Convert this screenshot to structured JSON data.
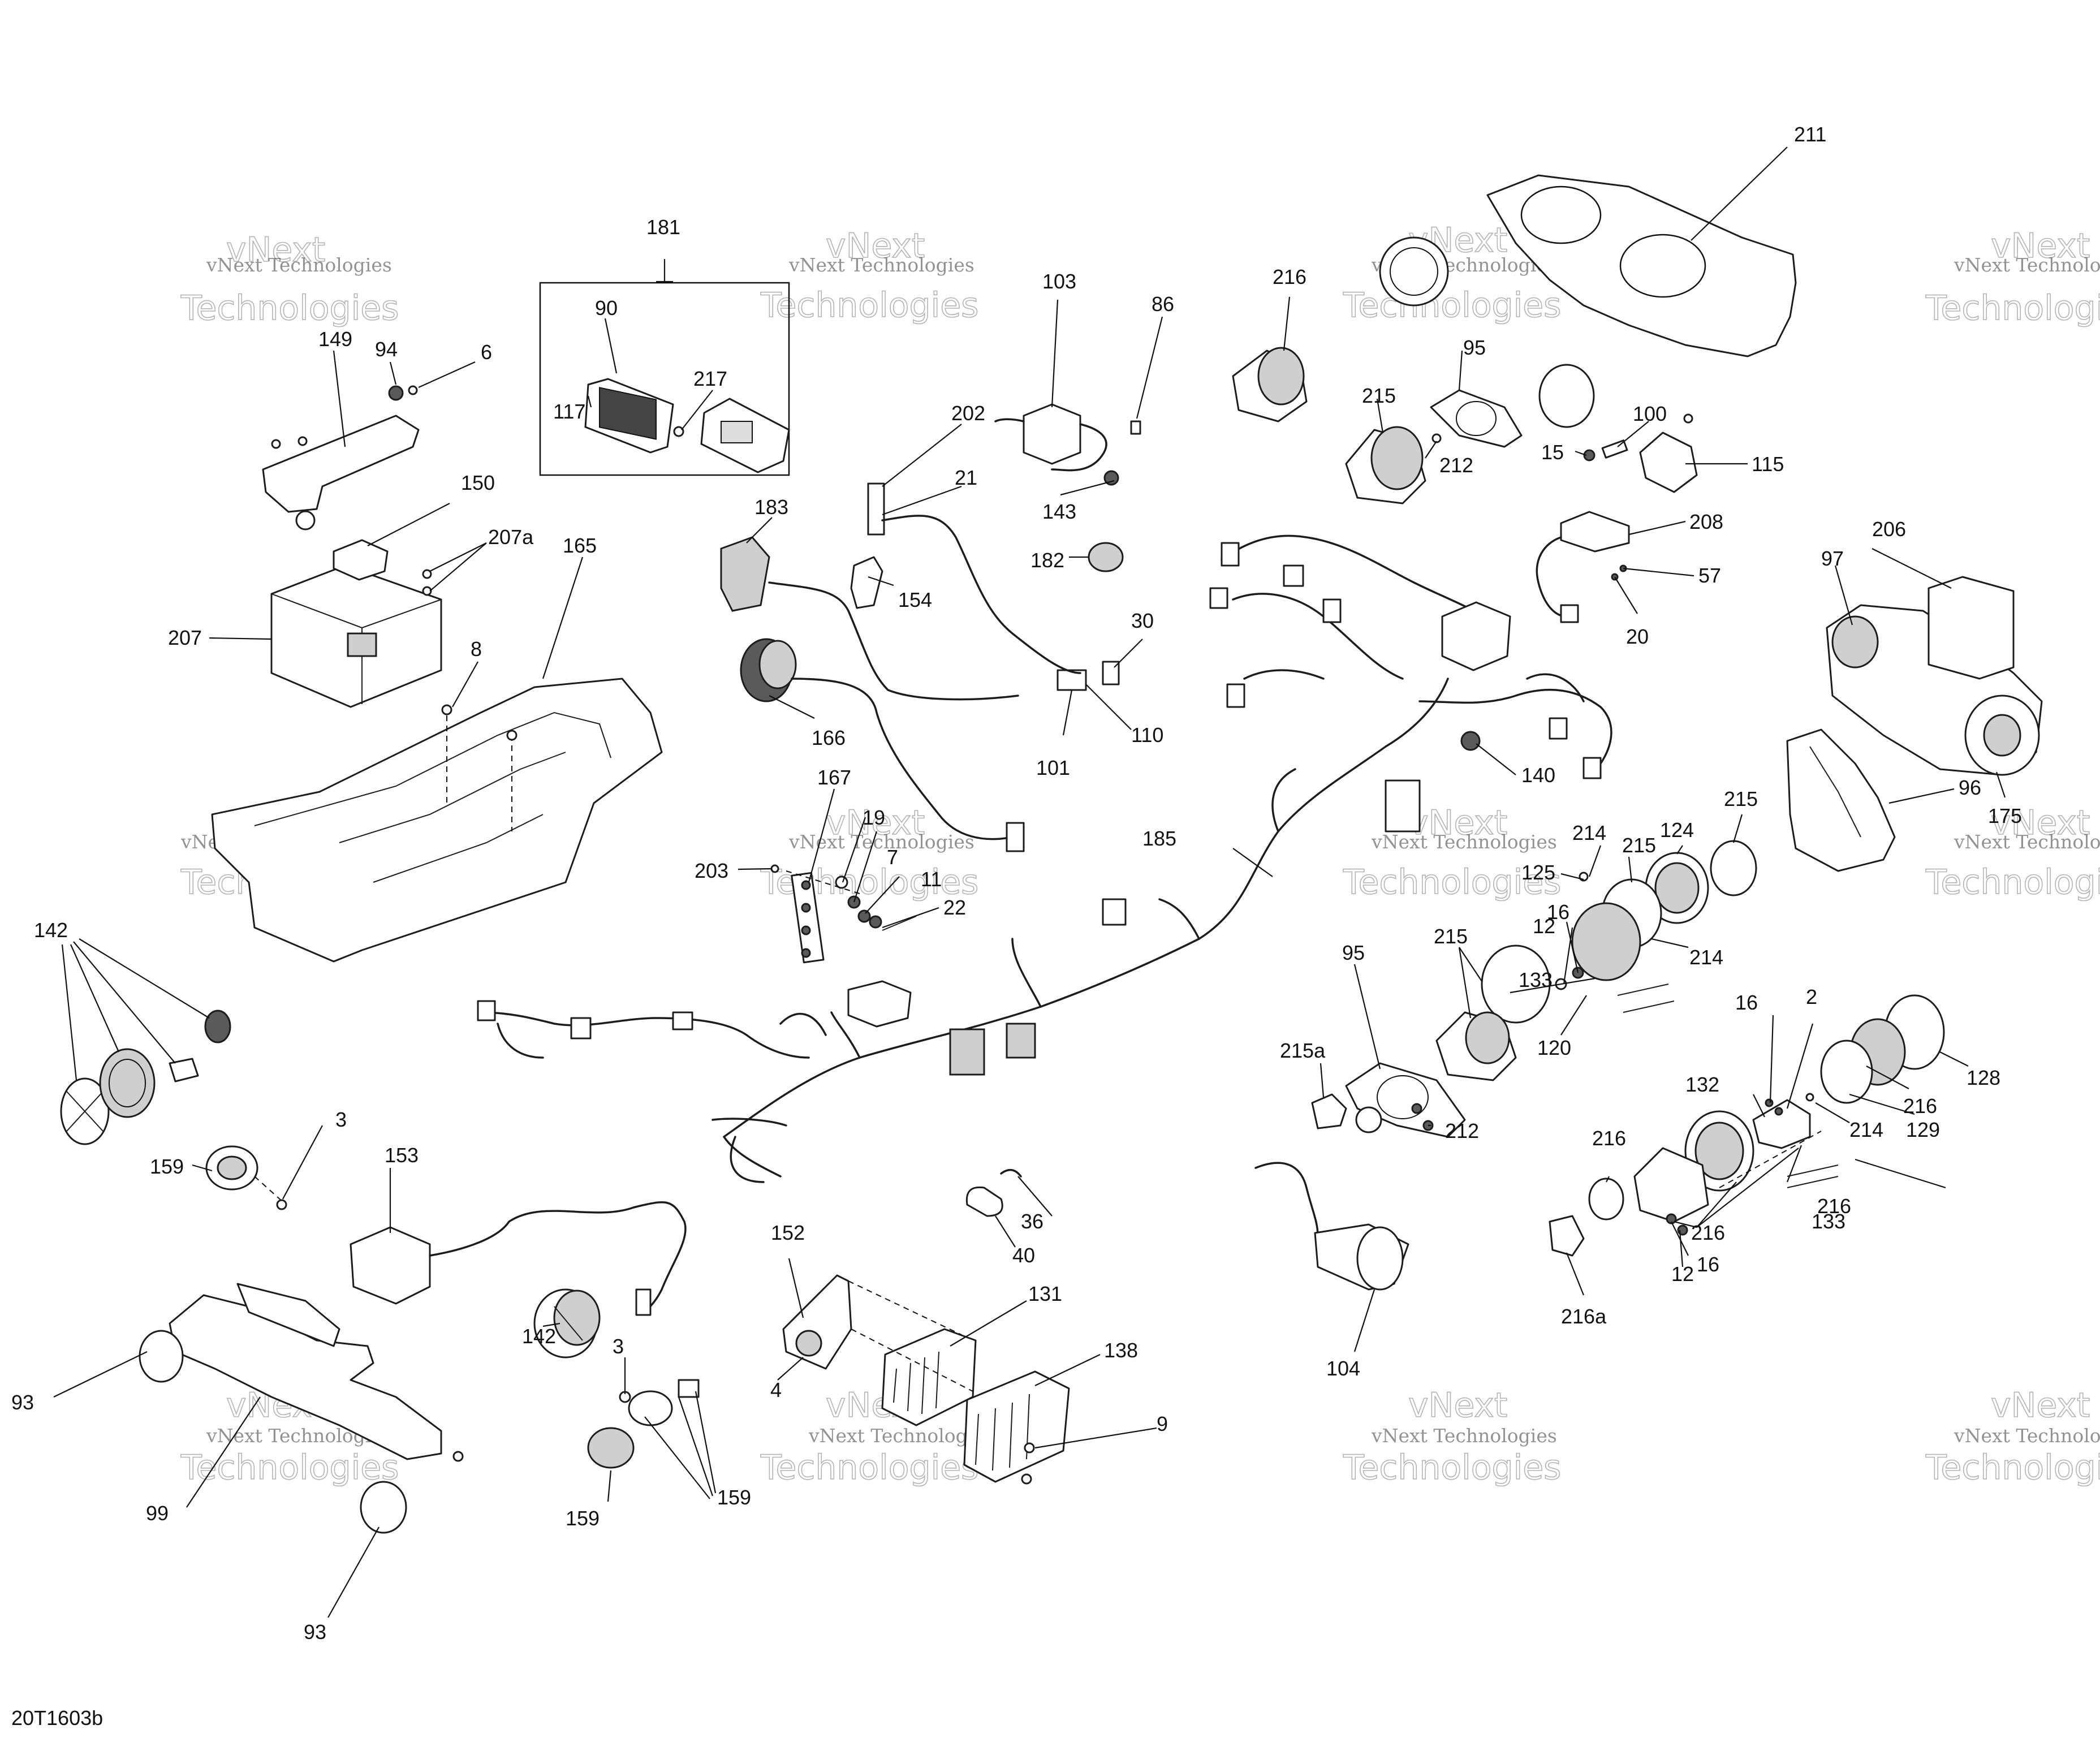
{
  "diagram": {
    "reference_code": "20T1603b",
    "watermark_line1": "vNext Technologies",
    "watermark_line2": "vNext",
    "watermark_line3": "Technologies"
  },
  "labels": [
    {
      "id": "l181",
      "text": "181"
    },
    {
      "id": "l90",
      "text": "90"
    },
    {
      "id": "l217",
      "text": "217"
    },
    {
      "id": "l117",
      "text": "117"
    },
    {
      "id": "l149",
      "text": "149"
    },
    {
      "id": "l94",
      "text": "94"
    },
    {
      "id": "l6",
      "text": "6"
    },
    {
      "id": "l150",
      "text": "150"
    },
    {
      "id": "l207a",
      "text": "207a"
    },
    {
      "id": "l207",
      "text": "207"
    },
    {
      "id": "l165",
      "text": "165"
    },
    {
      "id": "l8",
      "text": "8"
    },
    {
      "id": "l103",
      "text": "103"
    },
    {
      "id": "l86",
      "text": "86"
    },
    {
      "id": "l202",
      "text": "202"
    },
    {
      "id": "l21",
      "text": "21"
    },
    {
      "id": "l143",
      "text": "143"
    },
    {
      "id": "l183",
      "text": "183"
    },
    {
      "id": "l154",
      "text": "154"
    },
    {
      "id": "l182",
      "text": "182"
    },
    {
      "id": "l30",
      "text": "30"
    },
    {
      "id": "l110",
      "text": "110"
    },
    {
      "id": "l101",
      "text": "101"
    },
    {
      "id": "l166",
      "text": "166"
    },
    {
      "id": "l167",
      "text": "167"
    },
    {
      "id": "l19",
      "text": "19"
    },
    {
      "id": "l7",
      "text": "7"
    },
    {
      "id": "l11",
      "text": "11"
    },
    {
      "id": "l203",
      "text": "203"
    },
    {
      "id": "l22",
      "text": "22"
    },
    {
      "id": "l216a_top",
      "text": "216"
    },
    {
      "id": "l215a_top",
      "text": "215"
    },
    {
      "id": "l95_top",
      "text": "95"
    },
    {
      "id": "l212_top",
      "text": "212"
    },
    {
      "id": "l211",
      "text": "211"
    },
    {
      "id": "l100",
      "text": "100"
    },
    {
      "id": "l15",
      "text": "15"
    },
    {
      "id": "l115",
      "text": "115"
    },
    {
      "id": "l208",
      "text": "208"
    },
    {
      "id": "l57",
      "text": "57"
    },
    {
      "id": "l20",
      "text": "20"
    },
    {
      "id": "l97",
      "text": "97"
    },
    {
      "id": "l206",
      "text": "206"
    },
    {
      "id": "l175",
      "text": "175"
    },
    {
      "id": "l96",
      "text": "96"
    },
    {
      "id": "l140",
      "text": "140"
    },
    {
      "id": "l185",
      "text": "185"
    },
    {
      "id": "l214_a",
      "text": "214"
    },
    {
      "id": "l215_b",
      "text": "215"
    },
    {
      "id": "l124",
      "text": "124"
    },
    {
      "id": "l215_c",
      "text": "215"
    },
    {
      "id": "l125",
      "text": "125"
    },
    {
      "id": "l16_a",
      "text": "16"
    },
    {
      "id": "l12_a",
      "text": "12"
    },
    {
      "id": "l214_b",
      "text": "214"
    },
    {
      "id": "l215_d",
      "text": "215"
    },
    {
      "id": "l95_mid",
      "text": "95"
    },
    {
      "id": "l133_a",
      "text": "133"
    },
    {
      "id": "l120",
      "text": "120"
    },
    {
      "id": "l215a",
      "text": "215a"
    },
    {
      "id": "l212_mid",
      "text": "212"
    },
    {
      "id": "l142_a",
      "text": "142"
    },
    {
      "id": "l3_a",
      "text": "3"
    },
    {
      "id": "l159_a",
      "text": "159"
    },
    {
      "id": "l153",
      "text": "153"
    },
    {
      "id": "l93_a",
      "text": "93"
    },
    {
      "id": "l99",
      "text": "99"
    },
    {
      "id": "l93_b",
      "text": "93"
    },
    {
      "id": "l142_b",
      "text": "142"
    },
    {
      "id": "l3_b",
      "text": "3"
    },
    {
      "id": "l159_b",
      "text": "159"
    },
    {
      "id": "l159_c",
      "text": "159"
    },
    {
      "id": "l152",
      "text": "152"
    },
    {
      "id": "l4",
      "text": "4"
    },
    {
      "id": "l131",
      "text": "131"
    },
    {
      "id": "l138",
      "text": "138"
    },
    {
      "id": "l9",
      "text": "9"
    },
    {
      "id": "l36",
      "text": "36"
    },
    {
      "id": "l40",
      "text": "40"
    },
    {
      "id": "l104",
      "text": "104"
    },
    {
      "id": "l16_b",
      "text": "16"
    },
    {
      "id": "l2",
      "text": "2"
    },
    {
      "id": "l132",
      "text": "132"
    },
    {
      "id": "l216_b",
      "text": "216"
    },
    {
      "id": "l214_c",
      "text": "214"
    },
    {
      "id": "l129",
      "text": "129"
    },
    {
      "id": "l216_c",
      "text": "216"
    },
    {
      "id": "l128",
      "text": "128"
    },
    {
      "id": "l216_d",
      "text": "216"
    },
    {
      "id": "l133_b",
      "text": "133"
    },
    {
      "id": "l216_e",
      "text": "216"
    },
    {
      "id": "l12_b",
      "text": "12"
    },
    {
      "id": "l16_c",
      "text": "16"
    },
    {
      "id": "l216a_b",
      "text": "216a"
    }
  ]
}
